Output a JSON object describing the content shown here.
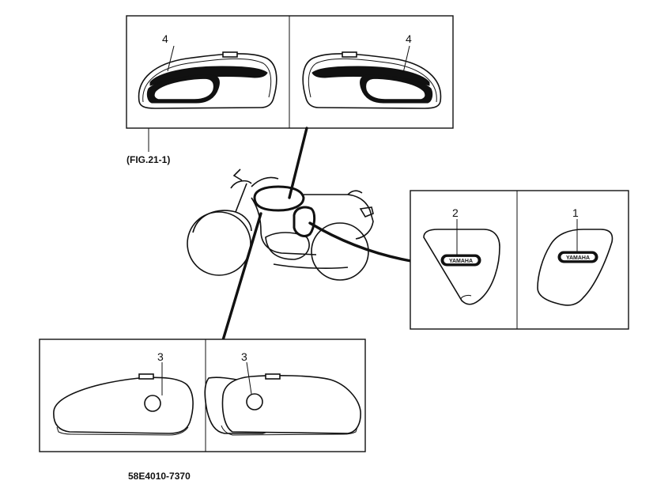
{
  "figure_ref": "(FIG.21-1)",
  "part_code": "58E4010-7370",
  "callouts": {
    "top_left": "4",
    "top_right": "4",
    "side_cover_left": "2",
    "side_cover_right": "1",
    "bottom_left": "3",
    "bottom_right": "3"
  },
  "emblem_text_left": "YAMAHA",
  "emblem_text_right": "YAMAHA"
}
